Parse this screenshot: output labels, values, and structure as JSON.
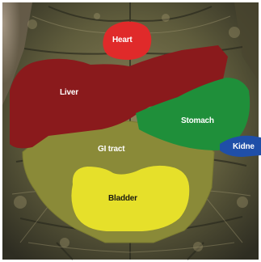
{
  "image": {
    "subject": "tortoise plastron with internal organ overlay",
    "width": 323,
    "height": 324
  },
  "colors": {
    "frame": "#ffffff",
    "shell_base": "#6c6a45",
    "shell_dark": "#3a3a2a",
    "shell_light": "#a89d76",
    "heart": "#e02a2a",
    "liver": "#8a1a1c",
    "stomach": "#1f8f3a",
    "gi_tract": "#8a8a38",
    "bladder": "#e6e02a",
    "kidney": "#1f4fa8"
  },
  "organs": {
    "heart": {
      "label": "Heart",
      "color": "#e02a2a"
    },
    "liver": {
      "label": "Liver",
      "color": "#8a1a1c"
    },
    "stomach": {
      "label": "Stomach",
      "color": "#1f8f3a"
    },
    "gi_tract": {
      "label": "GI tract",
      "color": "#8a8a38"
    },
    "bladder": {
      "label": "Bladder",
      "color": "#e6e02a"
    },
    "kidney": {
      "label": "Kidne",
      "color": "#1f4fa8"
    }
  }
}
